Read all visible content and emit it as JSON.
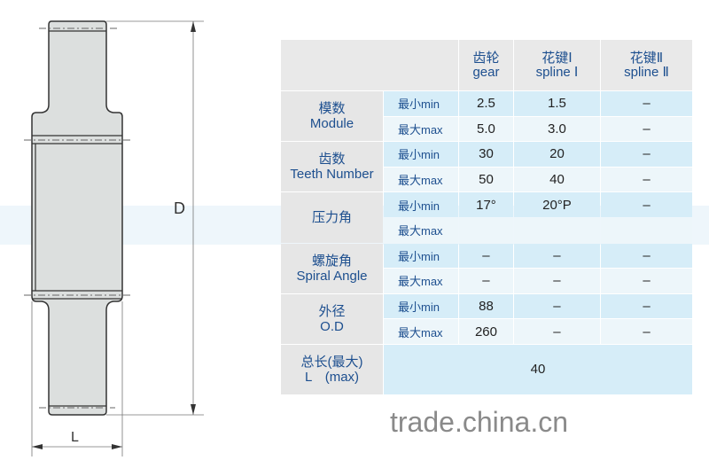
{
  "drawing": {
    "diameter_label": "D",
    "length_label": "L"
  },
  "table": {
    "headers": [
      "齿轮\ngear",
      "花键Ⅰ\nspline Ⅰ",
      "花键Ⅱ\nspline Ⅱ"
    ],
    "header_cn": [
      "齿轮",
      "花键Ⅰ",
      "花键Ⅱ"
    ],
    "header_en": [
      "gear",
      "spline Ⅰ",
      "spline Ⅱ"
    ],
    "min_label": "最小min",
    "max_label": "最大max",
    "groups": [
      {
        "cn": "模数",
        "en": "Module",
        "min": [
          "2.5",
          "1.5",
          "–"
        ],
        "max": [
          "5.0",
          "3.0",
          "–"
        ]
      },
      {
        "cn": "齿数",
        "en": "Teeth Number",
        "min": [
          "30",
          "20",
          "–"
        ],
        "max": [
          "50",
          "40",
          "–"
        ]
      },
      {
        "cn": "压力角",
        "en": "",
        "min": [
          "17°",
          "20°P",
          "–"
        ],
        "max": [
          "",
          "",
          ""
        ]
      },
      {
        "cn": "螺旋角",
        "en": "Spiral Angle",
        "min": [
          "–",
          "–",
          "–"
        ],
        "max": [
          "–",
          "–",
          "–"
        ]
      },
      {
        "cn": "外径",
        "en": "O.D",
        "min": [
          "88",
          "–",
          "–"
        ],
        "max": [
          "260",
          "–",
          "–"
        ]
      }
    ],
    "total": {
      "cn": "总长(最大)",
      "en": "L　(max)",
      "value": "40"
    }
  },
  "watermark": "trade.china.cn"
}
